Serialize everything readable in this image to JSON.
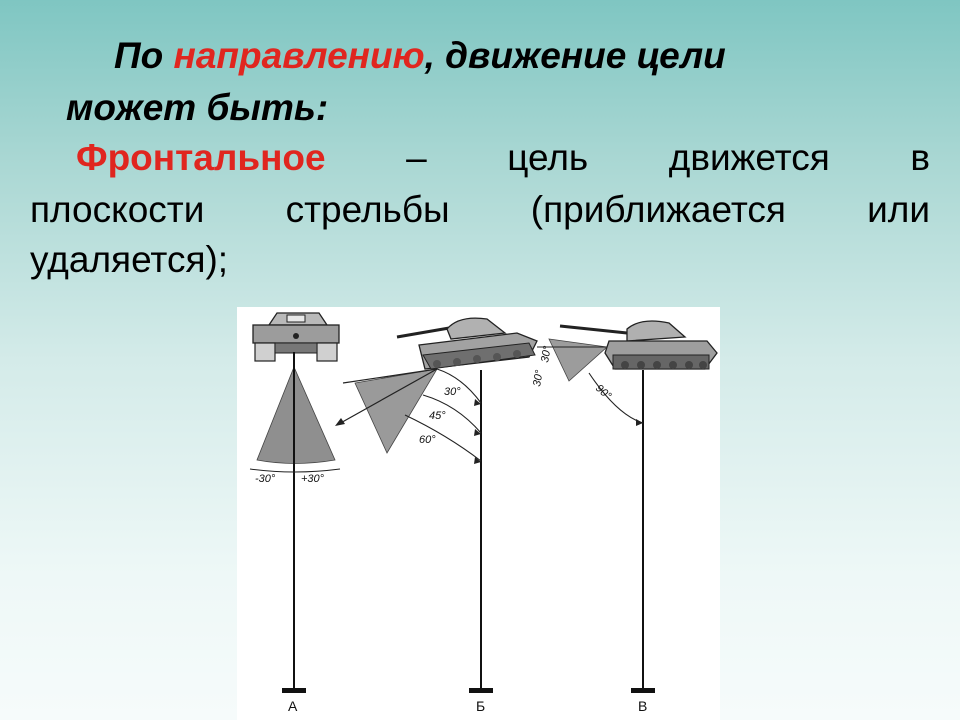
{
  "heading": {
    "part1": "По ",
    "accent": "направлению",
    "part2": ", движение цели",
    "line2": "может быть:"
  },
  "definition": {
    "term": "Фронтальное",
    "line1_words": [
      "–",
      "цель",
      "движется",
      "в"
    ],
    "line2_words": [
      "плоскости",
      "стрельбы",
      "(приближается",
      "или"
    ],
    "line3": "удаляется);"
  },
  "figure": {
    "points": [
      "А",
      "Б",
      "В"
    ],
    "angles_a": [
      "-30°",
      "+30°"
    ],
    "angles_b": [
      "30°",
      "45°",
      "60°"
    ],
    "angles_c": [
      "30°",
      "30°",
      "90°"
    ]
  }
}
